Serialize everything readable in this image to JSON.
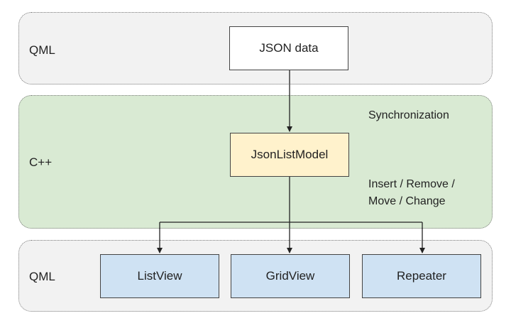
{
  "layers": {
    "qml_top": {
      "label": "QML"
    },
    "cpp": {
      "label": "C++"
    },
    "qml_bottom": {
      "label": "QML"
    }
  },
  "nodes": {
    "json_data": "JSON data",
    "model": "JsonListModel",
    "views": [
      "ListView",
      "GridView",
      "Repeater"
    ]
  },
  "annotations": {
    "sync": "Synchronization",
    "ops": "Insert / Remove /\nMove / Change"
  },
  "colors": {
    "qml_layer_fill": "#f2f2f2",
    "cpp_layer_fill": "#d9ead3",
    "model_fill": "#fff2cc",
    "view_fill": "#cfe2f3"
  }
}
